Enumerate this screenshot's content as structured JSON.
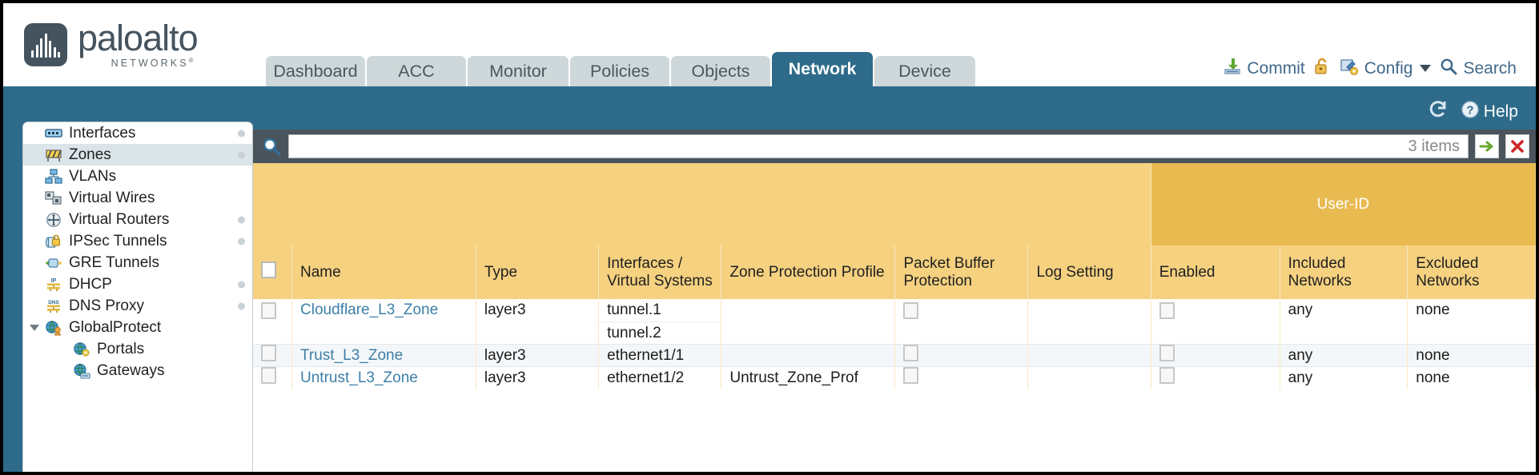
{
  "brand": {
    "name": "paloalto",
    "sub": "NETWORKS",
    "sub_mark": "®"
  },
  "nav": {
    "tabs": [
      {
        "label": "Dashboard",
        "active": false
      },
      {
        "label": "ACC",
        "active": false
      },
      {
        "label": "Monitor",
        "active": false
      },
      {
        "label": "Policies",
        "active": false
      },
      {
        "label": "Objects",
        "active": false
      },
      {
        "label": "Network",
        "active": true
      },
      {
        "label": "Device",
        "active": false
      }
    ]
  },
  "header_tools": {
    "commit": "Commit",
    "commit_icon": "commit-download-icon",
    "lock_icon": "unlocked-padlock-icon",
    "config": "Config",
    "config_icon": "config-wrench-key-icon",
    "search": "Search",
    "search_icon": "magnifier-icon"
  },
  "band": {
    "refresh_icon": "refresh-icon",
    "help": "Help",
    "help_icon": "help-question-icon"
  },
  "sidebar": {
    "items": [
      {
        "label": "Interfaces",
        "icon": "interfaces-icon",
        "selected": false,
        "child": false,
        "dot": true,
        "expander": false
      },
      {
        "label": "Zones",
        "icon": "zones-barrier-icon",
        "selected": true,
        "child": false,
        "dot": true,
        "expander": false
      },
      {
        "label": "VLANs",
        "icon": "vlans-network-icon",
        "selected": false,
        "child": false,
        "dot": false,
        "expander": false
      },
      {
        "label": "Virtual Wires",
        "icon": "virtual-wires-icon",
        "selected": false,
        "child": false,
        "dot": false,
        "expander": false
      },
      {
        "label": "Virtual Routers",
        "icon": "virtual-routers-icon",
        "selected": false,
        "child": false,
        "dot": true,
        "expander": false
      },
      {
        "label": "IPSec Tunnels",
        "icon": "ipsec-tunnels-lock-icon",
        "selected": false,
        "child": false,
        "dot": true,
        "expander": false
      },
      {
        "label": "GRE Tunnels",
        "icon": "gre-tunnels-icon",
        "selected": false,
        "child": false,
        "dot": false,
        "expander": false
      },
      {
        "label": "DHCP",
        "icon": "dhcp-ip-icon",
        "selected": false,
        "child": false,
        "dot": true,
        "expander": false
      },
      {
        "label": "DNS Proxy",
        "icon": "dns-proxy-icon",
        "selected": false,
        "child": false,
        "dot": true,
        "expander": false
      },
      {
        "label": "GlobalProtect",
        "icon": "globalprotect-globe-user-icon",
        "selected": false,
        "child": false,
        "dot": false,
        "expander": true
      },
      {
        "label": "Portals",
        "icon": "portals-globe-gear-icon",
        "selected": false,
        "child": true,
        "dot": false,
        "expander": false
      },
      {
        "label": "Gateways",
        "icon": "gateways-globe-device-icon",
        "selected": false,
        "child": true,
        "dot": false,
        "expander": false
      }
    ]
  },
  "search": {
    "value": "",
    "placeholder": "",
    "items_count": "3 items",
    "apply_icon": "green-arrow-apply-icon",
    "clear_icon": "red-x-clear-icon",
    "magnifier_icon": "magnifier-icon"
  },
  "table": {
    "group_header": "User-ID",
    "columns": [
      "Name",
      "Type",
      "Interfaces / Virtual Systems",
      "Zone Protection Profile",
      "Packet Buffer Protection",
      "Log Setting",
      "Enabled",
      "Included Networks",
      "Excluded Networks"
    ],
    "rows": [
      {
        "checked": false,
        "name": "Cloudflare_L3_Zone",
        "type": "layer3",
        "interfaces": [
          "tunnel.1",
          "tunnel.2"
        ],
        "zone_protection_profile": "",
        "packet_buffer_protection": false,
        "log_setting": "",
        "userid_enabled": false,
        "included_networks": "any",
        "excluded_networks": "none"
      },
      {
        "checked": false,
        "name": "Trust_L3_Zone",
        "type": "layer3",
        "interfaces": [
          "ethernet1/1"
        ],
        "zone_protection_profile": "",
        "packet_buffer_protection": false,
        "log_setting": "",
        "userid_enabled": false,
        "included_networks": "any",
        "excluded_networks": "none"
      },
      {
        "checked": false,
        "name": "Untrust_L3_Zone",
        "type": "layer3",
        "interfaces": [
          "ethernet1/2"
        ],
        "zone_protection_profile": "Untrust_Zone_Prof",
        "packet_buffer_protection": false,
        "log_setting": "",
        "userid_enabled": false,
        "included_networks": "any",
        "excluded_networks": "none"
      }
    ]
  },
  "colors": {
    "brand_blue": "#2e6b8a",
    "header_gold": "#f5d180",
    "group_gold": "#e8ba50",
    "link_blue": "#3d7fa8",
    "toolbar_dark": "#4a545c"
  }
}
